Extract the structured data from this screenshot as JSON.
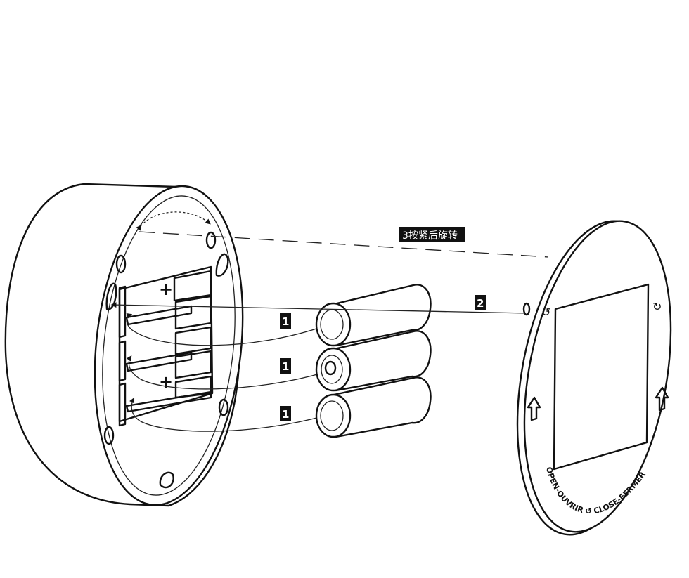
{
  "steps": {
    "insert_label": "1",
    "attach_label": "2",
    "rotate_label": "3按紧后旋转"
  },
  "housing": {
    "polarity_plus": "+",
    "polarity_plus_lower": "+"
  },
  "cover": {
    "ring_text": "OPEN-OUVRIR ↺ CLOSE-FERMER"
  },
  "icons": {
    "rotate_ccw": "↺",
    "rotate_cw": "↻",
    "up_arrow": "⇧"
  },
  "colors": {
    "line": "#111111",
    "background": "#ffffff",
    "badge": "#111111"
  }
}
